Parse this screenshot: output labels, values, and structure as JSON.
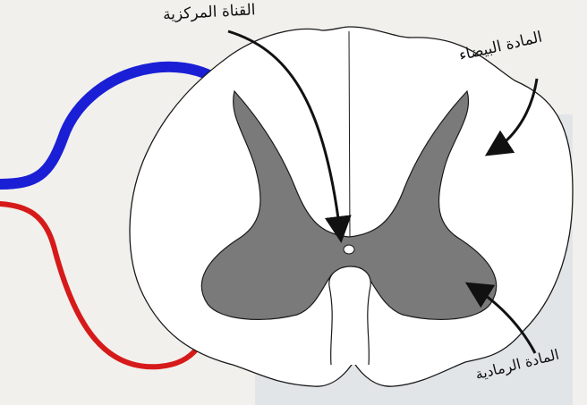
{
  "labels": {
    "central_canal": "القناة المركزية",
    "white_matter": "المادة البيضاء",
    "gray_matter": "المادة الرمادية"
  },
  "colors": {
    "background": "#f1f0ec",
    "backdrop_panel": "#d6dde6",
    "white_matter_fill": "#ffffff",
    "gray_matter_fill": "#7a7a7a",
    "outline": "#1a1a1a",
    "dorsal_root": "#1a1fd6",
    "ventral_root": "#d61a1a",
    "arrow": "#111111"
  }
}
